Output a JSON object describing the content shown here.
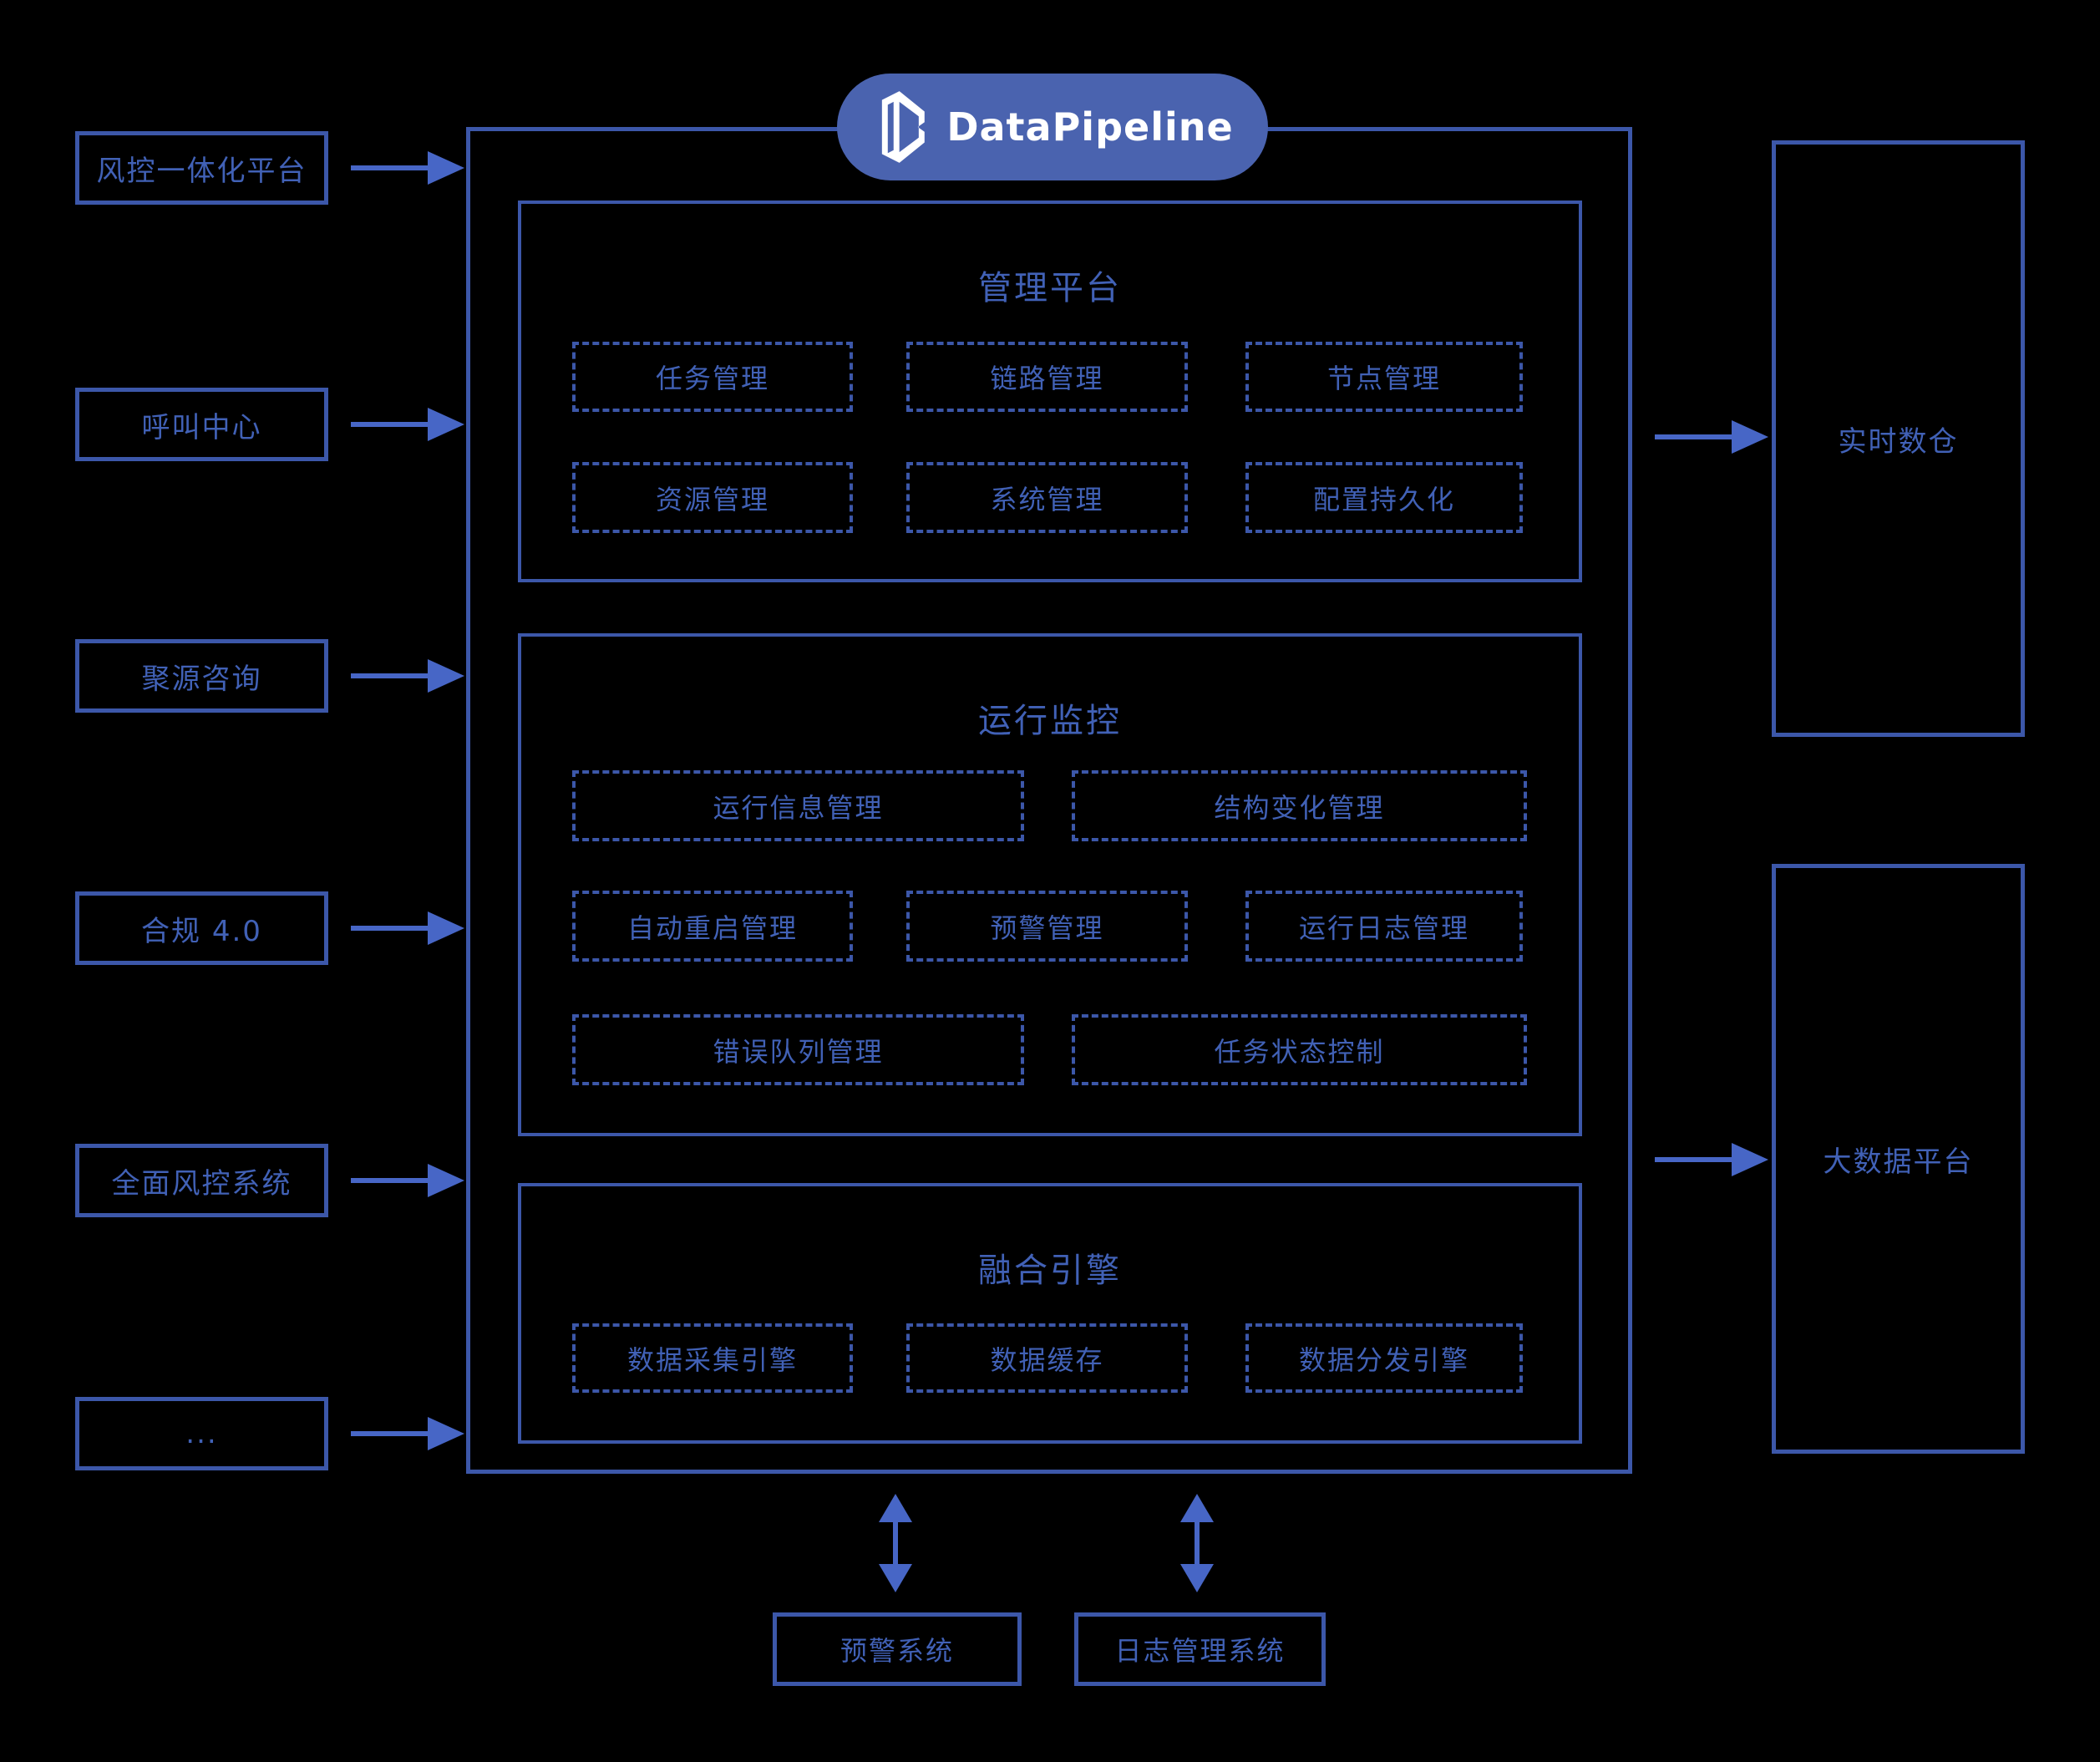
{
  "logo": {
    "text": "DataPipeline"
  },
  "sources": {
    "items": [
      "风控一体化平台",
      "呼叫中心",
      "聚源咨询",
      "合规 4.0",
      "全面风控系统",
      "..."
    ]
  },
  "platform": {
    "sections": [
      {
        "title": "管理平台",
        "modules": [
          "任务管理",
          "链路管理",
          "节点管理",
          "资源管理",
          "系统管理",
          "配置持久化"
        ]
      },
      {
        "title": "运行监控",
        "modules": [
          "运行信息管理",
          "结构变化管理",
          "自动重启管理",
          "预警管理",
          "运行日志管理",
          "错误队列管理",
          "任务状态控制"
        ]
      },
      {
        "title": "融合引擎",
        "modules": [
          "数据采集引擎",
          "数据缓存",
          "数据分发引擎"
        ]
      }
    ]
  },
  "targets": {
    "items": [
      "实时数仓",
      "大数据平台"
    ]
  },
  "external_systems": {
    "items": [
      "预警系统",
      "日志管理系统"
    ]
  },
  "colors": {
    "background": "#000000",
    "border": "#3C57A9",
    "text": "#4161B6",
    "arrow": "#4766C6",
    "pill": "#4A63AF",
    "logo_text": "#FFFFFF"
  }
}
